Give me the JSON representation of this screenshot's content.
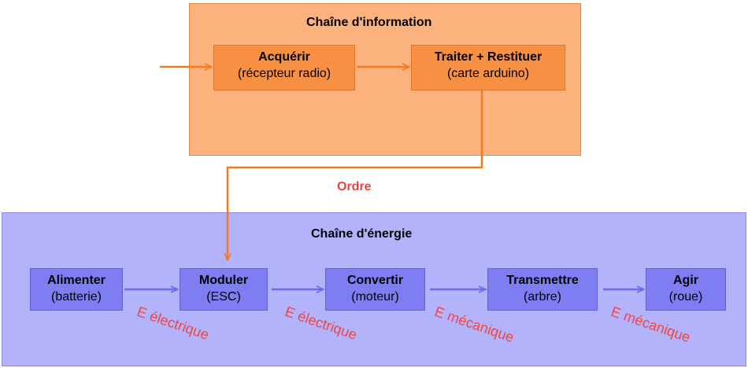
{
  "info_chain": {
    "title": "Chaîne d'information",
    "blocks": [
      {
        "title": "Acquérir",
        "subtitle": "(récepteur radio)"
      },
      {
        "title": "Traiter + Restituer",
        "subtitle": "(carte arduino)"
      }
    ]
  },
  "order_label": "Ordre",
  "energy_chain": {
    "title": "Chaîne d'énergie",
    "blocks": [
      {
        "title": "Alimenter",
        "subtitle": "(batterie)"
      },
      {
        "title": "Moduler",
        "subtitle": "(ESC)"
      },
      {
        "title": "Convertir",
        "subtitle": "(moteur)"
      },
      {
        "title": "Transmettre",
        "subtitle": "(arbre)"
      },
      {
        "title": "Agir",
        "subtitle": "(roue)"
      }
    ],
    "flow_labels": [
      "E électrique",
      "E électrique",
      "E mécanique",
      "E mécanique"
    ]
  },
  "colors": {
    "info_panel": "#fbb27c",
    "info_block": "#f79042",
    "energy_panel": "#b3b3fb",
    "energy_block": "#7e7ef2",
    "info_arrow": "#f47a20",
    "energy_arrow": "#6b6bf0",
    "label_red": "#f2453f"
  }
}
